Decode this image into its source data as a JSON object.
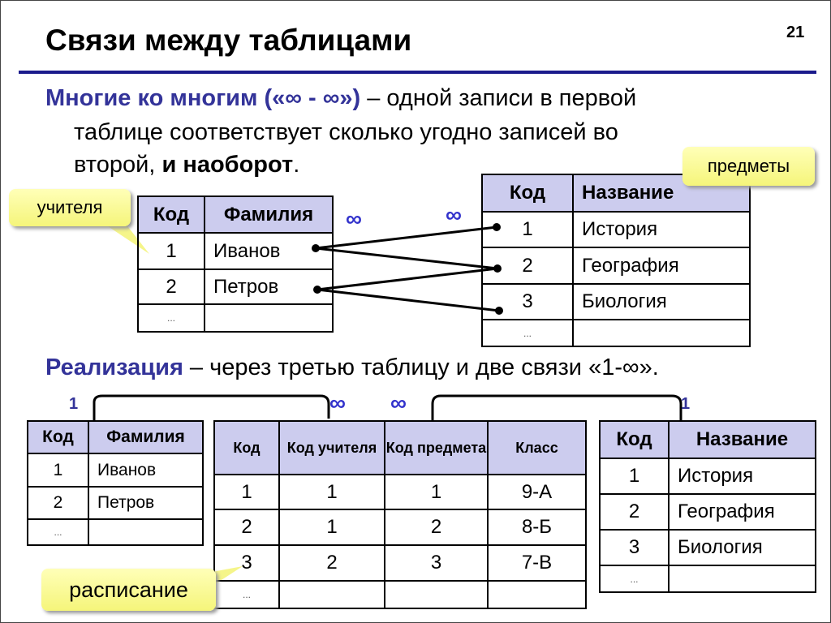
{
  "title": "Связи между таблицами",
  "page_number": "21",
  "intro": {
    "term": "Многие ко многим («∞ - ∞»)",
    "text1": " – одной записи в первой",
    "line2": "таблице соответствует сколько угодно записей во",
    "line3a": "второй, ",
    "line3b": "и наоборот",
    "line3c": "."
  },
  "callouts": {
    "teachers": "учителя",
    "subjects": "предметы",
    "schedule": "расписание"
  },
  "infinity": "∞",
  "one": "1",
  "teachers_table": {
    "headers": [
      "Код",
      "Фамилия"
    ],
    "rows": [
      [
        "1",
        "Иванов"
      ],
      [
        "2",
        "Петров"
      ],
      [
        "...",
        ""
      ]
    ]
  },
  "subjects_table": {
    "headers": [
      "Код",
      "Название"
    ],
    "rows": [
      [
        "1",
        "История"
      ],
      [
        "2",
        "География"
      ],
      [
        "3",
        "Биология"
      ],
      [
        "...",
        ""
      ]
    ]
  },
  "impl": {
    "term": "Реализация",
    "text": " – через третью таблицу и две связи «1-∞»."
  },
  "schedule_table": {
    "headers": [
      "Код",
      "Код учителя",
      "Код предмета",
      "Класс"
    ],
    "rows": [
      [
        "1",
        "1",
        "1",
        "9-А"
      ],
      [
        "2",
        "1",
        "2",
        "8-Б"
      ],
      [
        "3",
        "2",
        "3",
        "7-В"
      ],
      [
        "...",
        "",
        "",
        ""
      ]
    ]
  }
}
